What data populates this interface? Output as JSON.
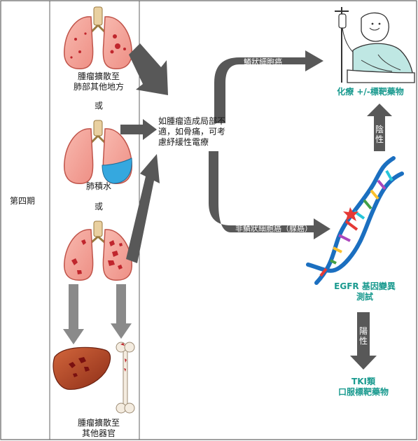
{
  "stage_label": "第四期",
  "left_column": {
    "lung_spread_label": "腫瘤擴散至\n肺部其他地方",
    "or_1": "或",
    "pleural_effusion_label": "肺積水",
    "or_2": "或",
    "other_organs_label": "腫瘤擴散至\n其他器官"
  },
  "center_note": "如腫瘤造成局部不\n適，如骨痛，可考\n慮紓緩性電療",
  "branches": {
    "squamous_label": "鱗狀細胞癌",
    "non_squamous_label": "非鱗狀細胞癌（腺癌）"
  },
  "outcomes": {
    "chemo_label": "化療 +/-標靶藥物",
    "negative_label": "陰性",
    "egfr_label": "EGFR 基因變異\n測試",
    "positive_label": "陽性",
    "tki_label": "TKI類\n口服標靶藥物"
  },
  "colors": {
    "arrow": "#585858",
    "light_arrow": "#8a8a8a",
    "teal_text": "#1a9a8f",
    "lung_fill": "#f4a79d",
    "lung_stroke": "#c0544a",
    "tumor": "#c0262d",
    "water": "#35a8df",
    "border": "#606060"
  }
}
